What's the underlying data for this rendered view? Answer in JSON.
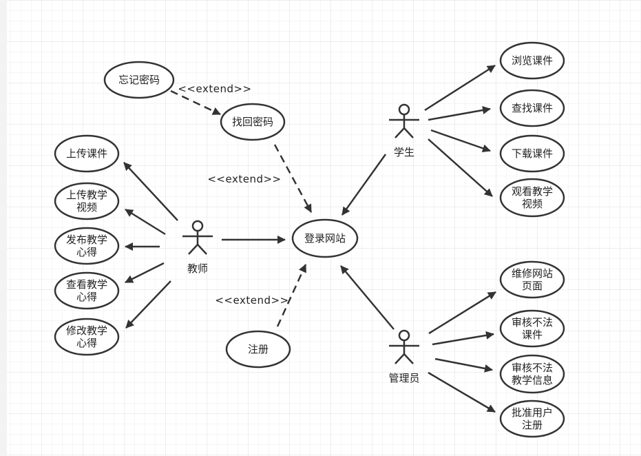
{
  "actors": {
    "teacher": "教师",
    "student": "学生",
    "admin": "管理员"
  },
  "usecases": {
    "forgot_password": [
      "忘记密码"
    ],
    "retrieve_password": [
      "找回密码"
    ],
    "login": [
      "登录网站"
    ],
    "register": [
      "注册"
    ],
    "upload_courseware": [
      "上传课件"
    ],
    "upload_video": [
      "上传教学",
      "视频"
    ],
    "publish_experience": [
      "发布教学",
      "心得"
    ],
    "view_experience": [
      "查看教学",
      "心得"
    ],
    "edit_experience": [
      "修改教学",
      "心得"
    ],
    "browse_courseware": [
      "浏览课件"
    ],
    "search_courseware": [
      "查找课件"
    ],
    "download_courseware": [
      "下载课件"
    ],
    "watch_video": [
      "观看教学",
      "视频"
    ],
    "maintain_pages": [
      "维修网站",
      "页面"
    ],
    "review_courseware": [
      "审核不法",
      "课件"
    ],
    "review_info": [
      "审核不法",
      "教学信息"
    ],
    "approve_registration": [
      "批准用户",
      "注册"
    ]
  },
  "extend_labels": {
    "forgot_to_retrieve": "<<extend>>",
    "retrieve_to_login": "<<extend>>",
    "register_to_login": "<<extend>>"
  },
  "colors": {
    "stroke": "#333333",
    "grid_minor": "#ececec",
    "grid_major": "#dcdcdc",
    "left_strip": "#f3f3f3"
  }
}
